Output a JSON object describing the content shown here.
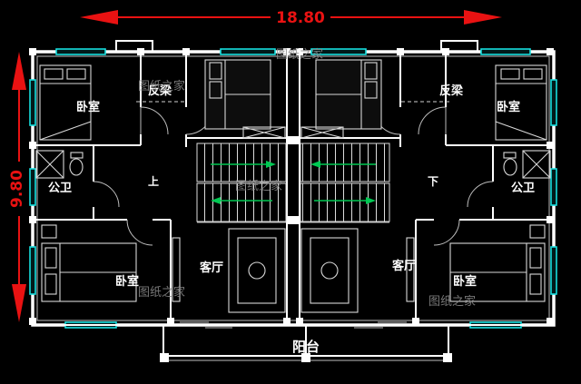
{
  "dimensions": {
    "width": "18.80",
    "height": "9.80"
  },
  "rooms": {
    "bedroom": "卧室",
    "inverted_beam": "反梁",
    "shared_bath": "公卫",
    "living_room": "客厅",
    "balcony": "阳台",
    "stair_up": "上",
    "stair_down": "下"
  },
  "watermark": "图纸之家",
  "colors": {
    "background": "#000000",
    "line": "#ffffff",
    "window": "#17dede",
    "dimension": "#e91212",
    "stair_arrow": "#00c853",
    "watermark": "#8c8c8c"
  }
}
